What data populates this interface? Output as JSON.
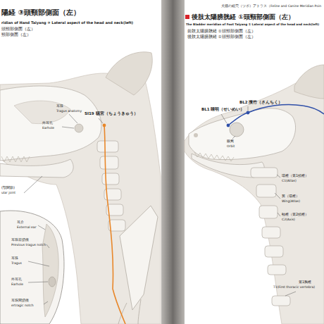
{
  "diagram": {
    "title": "後肢太陽膀胱経 ①頭頸部側面（左）",
    "labels": [
      "陽経 ③頭頸部側面（左）",
      "ridian of Hand Taiyang ③ Lateral aspect of the head and neck(left)",
      "頭頸部側面（左）",
      "頸部側面（左）",
      "耳珠",
      "Tragus anatomy",
      "SI19 聴宮（ちょうきゅう）",
      "外耳孔",
      "Earhole",
      "(顎関節)",
      "ular joint",
      "耳介",
      "External ear",
      "耳珠前切痕",
      "Previous tragus notch",
      "耳珠",
      "Tragus",
      "外耳孔",
      "Earhole",
      "耳珠間切痕",
      "ertragic notch",
      "犬猫の経穴（ツボ）アトラス（Feline and Canine Meridian Poin",
      "The Bladder meridian of Foot Taiyang ① Lateral aspect of the head and neck(left)",
      "前肢太陽膀胱経 ①頭頸部側面（左）",
      "後肢太陽膀胱経 ①頭頸部側面（左）",
      "BL2 攅竹（さんちく）",
      "BL1 睛明（せいめい）",
      "眼窩",
      "Orbit",
      "環椎（第1頸椎）",
      "C1(Atlas)",
      "翼（環椎）",
      "Wing(Atlas)",
      "軸椎（第2頸椎）",
      "C2(Axis)",
      "第1胸椎",
      "T1(First thoracic vertebra)"
    ]
  }
}
